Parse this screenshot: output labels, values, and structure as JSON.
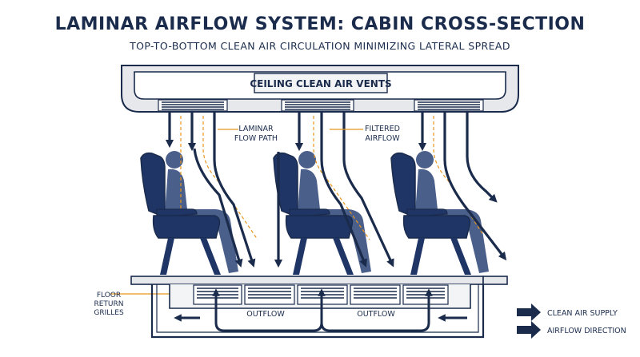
{
  "title": "LAMINAR AIRFLOW SYSTEM: CABIN CROSS-SECTION",
  "subtitle": "TOP-TO-BOTTOM CLEAN AIR CIRCULATION MINIMIZING LATERAL SPREAD",
  "labels": {
    "ceiling_vents": "CEILING CLEAN AIR VENTS",
    "laminar_line1": "LAMINAR",
    "laminar_line2": "FLOW PATH",
    "filtered_line1": "FILTERED",
    "filtered_line2": "AIRFLOW",
    "floor_line1": "FLOOR",
    "floor_line2": "RETURN",
    "floor_line3": "GRILLES",
    "outflow_left": "OUTFLOW",
    "outflow_right": "OUTFLOW"
  },
  "legend": [
    {
      "label": "CLEAN AIR SUPPLY",
      "icon": "arrow-right-icon"
    },
    {
      "label": "AIRFLOW DIRECTION",
      "icon": "arrow-right-icon"
    }
  ],
  "colors": {
    "navy": "#1a2b4c",
    "seat": "#1f3566",
    "passenger": "#4a5f8a",
    "panel": "#e6e8ec",
    "accent": "#e8961e"
  }
}
